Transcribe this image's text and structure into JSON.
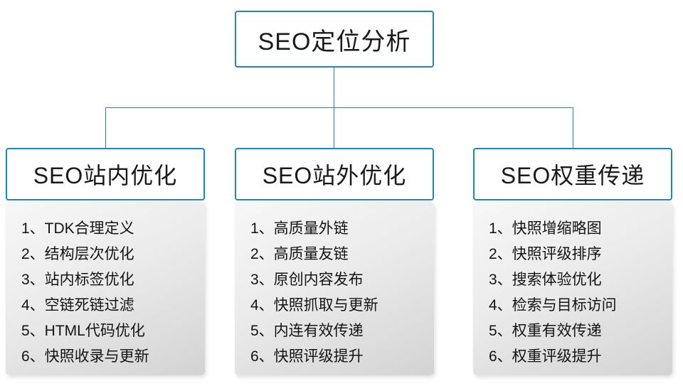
{
  "colors": {
    "accent": "#1d87b8",
    "panel_top": "#f7f7f7",
    "panel_bottom": "#d3d3d3",
    "text": "#141414"
  },
  "root": {
    "title": "SEO定位分析"
  },
  "columns": [
    {
      "title": "SEO站内优化",
      "items": [
        "1、TDK合理定义",
        "2、结构层次优化",
        "3、站内标签优化",
        "4、空链死链过滤",
        "5、HTML代码优化",
        "6、快照收录与更新"
      ]
    },
    {
      "title": "SEO站外优化",
      "items": [
        "1、高质量外链",
        "2、高质量友链",
        "3、原创内容发布",
        "4、快照抓取与更新",
        "5、内连有效传递",
        "6、快照评级提升"
      ]
    },
    {
      "title": "SEO权重传递",
      "items": [
        "1、快照增缩略图",
        "2、快照评级排序",
        "3、搜索体验优化",
        "4、检索与目标访问",
        "5、权重有效传递",
        "6、权重评级提升"
      ]
    }
  ]
}
